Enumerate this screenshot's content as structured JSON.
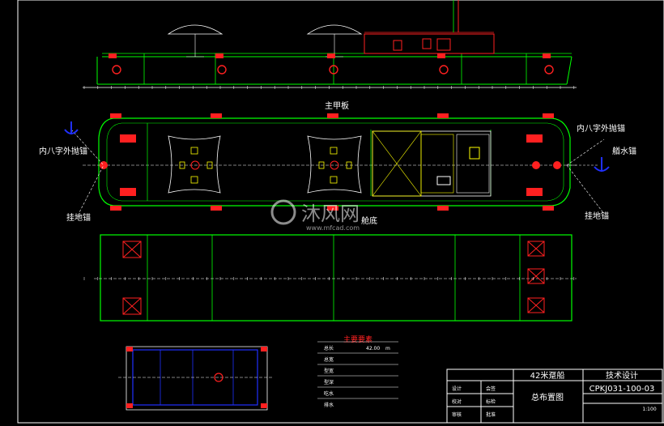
{
  "labels": {
    "main_deck": "主甲板",
    "bottom": "舱底",
    "inner_anchor_left": "内八字外抛锚",
    "inner_anchor_right": "内八字外抛锚",
    "tie_anchor_left": "挂地锚",
    "tie_anchor_right": "挂地锚",
    "bow_anchor": "艏水锚"
  },
  "title_block": {
    "project": "42米趸船",
    "design_stage": "技术设计",
    "drawing_no": "CPKJ031-100-03",
    "drawing_name": "总布置图",
    "scale": "1:100",
    "rows": [
      "设计",
      "校对",
      "审核"
    ],
    "col2": [
      "会签",
      "标检",
      "批准"
    ]
  },
  "params_table": {
    "title": "主要要素",
    "rows": [
      {
        "name": "总长",
        "value": "42.00",
        "unit": "m"
      },
      {
        "name": "总宽",
        "value": "",
        "unit": ""
      },
      {
        "name": "型宽",
        "value": "",
        "unit": ""
      },
      {
        "name": "型深",
        "value": "",
        "unit": ""
      },
      {
        "name": "吃水",
        "value": "",
        "unit": ""
      },
      {
        "name": "排水",
        "value": "",
        "unit": ""
      }
    ]
  },
  "watermark": {
    "brand": "沐风网",
    "url": "www.mfcad.com"
  },
  "colors": {
    "outline": "#00ff00",
    "detail": "#ff2020",
    "text": "#ffffff",
    "accent": "#ffff00",
    "anchor": "#2030ff",
    "structure": "#00e5e5"
  }
}
